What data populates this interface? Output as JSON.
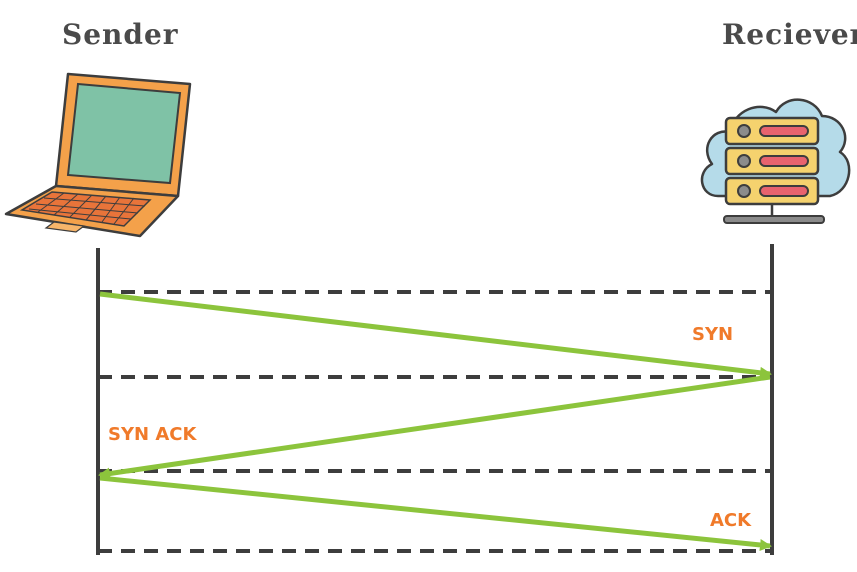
{
  "parties": {
    "sender": "Sender",
    "receiver": "Reciever"
  },
  "messages": [
    {
      "label": "SYN",
      "direction": "sender-to-receiver"
    },
    {
      "label": "SYN ACK",
      "direction": "receiver-to-sender"
    },
    {
      "label": "ACK",
      "direction": "sender-to-receiver"
    }
  ],
  "colors": {
    "arrow": "#8cc43c",
    "label": "#f07a2a",
    "lines": "#3d3d3d",
    "laptop_body": "#f4a14a",
    "laptop_screen": "#7fc2a6",
    "laptop_keys": "#e8743a",
    "cloud": "#b5dbe9",
    "server": "#f5d26e",
    "server_slot": "#e8636e"
  },
  "icons": {
    "sender": "laptop-icon",
    "receiver": "cloud-server-icon"
  }
}
